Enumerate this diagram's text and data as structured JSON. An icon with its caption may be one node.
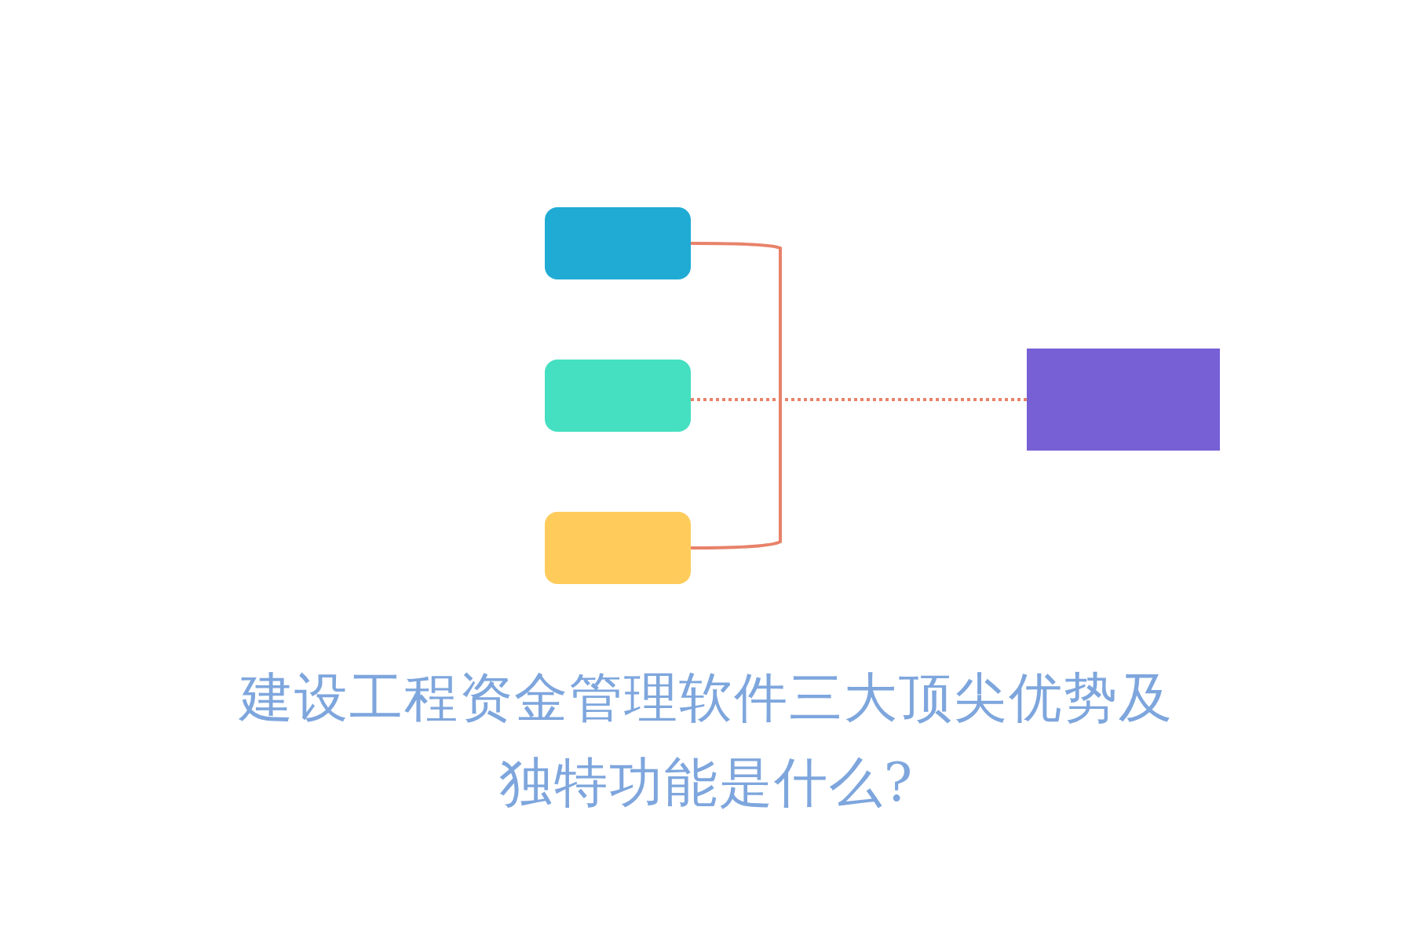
{
  "diagram": {
    "title": "建设工程资金管理软件三大顶尖优势及独特功能是什么?",
    "nodes": [
      {
        "text": [],
        "shape": "box"
      },
      {
        "text": [],
        "shape": "box"
      },
      {
        "text": [],
        "shape": "box"
      },
      {
        "text": [],
        "shape": "box"
      }
    ],
    "edges": [
      {
        "from": 0,
        "to": 2,
        "arrow": "none"
      },
      {
        "from": 1,
        "to": 3,
        "arrow": "none",
        "style": "dashed"
      }
    ]
  }
}
